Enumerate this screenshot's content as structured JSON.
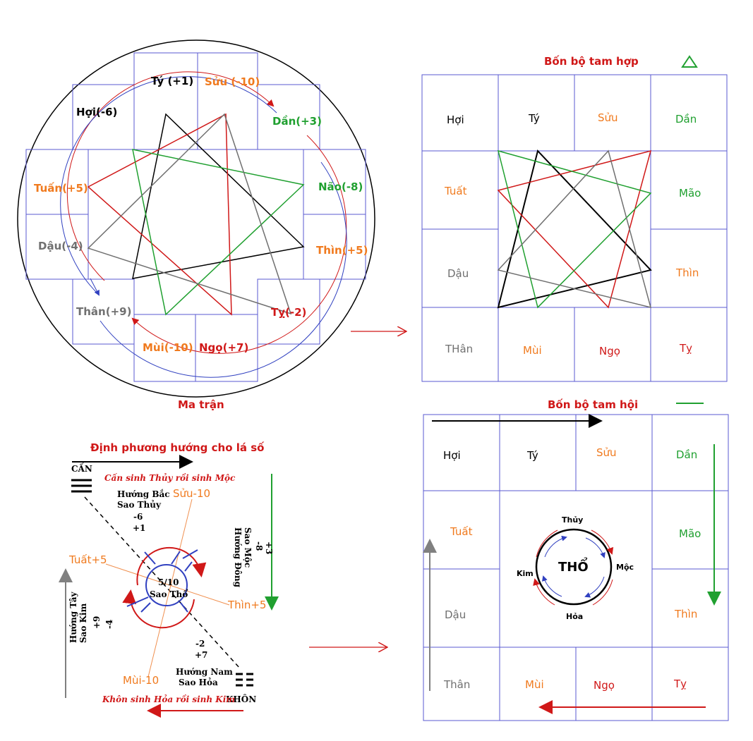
{
  "colors": {
    "grid": "#5a5ad0",
    "red": "#d01818",
    "green": "#20a030",
    "orange": "#f07a1e",
    "gray": "#707070",
    "black": "#000000",
    "blue": "#3040c0"
  },
  "ma_tran": {
    "caption": "Ma trận",
    "cells": {
      "ty_chuot": "Tý (+1)",
      "suu": "Sửu (-10)",
      "hoi": "Hợi(-6)",
      "dan": "Dần(+3)",
      "tuat": "Tuấn(+5)",
      "mao": "Não(-8)",
      "dau": "Dậu(-4)",
      "thin": "Thìn(+5)",
      "than": "Thân(+9)",
      "ty_ran": "Tỵ(-2)",
      "mui": "Mùi(-10)",
      "ngo": "Ngọ(+7)"
    }
  },
  "tam_hop": {
    "title": "Bốn bộ tam hợp",
    "symbol_icon": "triangle-icon",
    "cells": {
      "hoi": "Hợi",
      "ty_chuot": "Tý",
      "suu": "Sửu",
      "dan": "Dần",
      "tuat": "Tuất",
      "mao": "Mão",
      "dau": "Dậu",
      "thin": "Thìn",
      "than": "THân",
      "mui": "Mùi",
      "ngo": "Ngọ",
      "ty_ran": "Tỵ"
    }
  },
  "tam_hoi": {
    "title": "Bốn bộ tam hội",
    "symbol_icon": "dash-icon",
    "cells": {
      "hoi": "Hợi",
      "ty_chuot": "Tý",
      "suu": "Sửu",
      "dan": "Dần",
      "tuat": "Tuất",
      "mao": "Mão",
      "dau": "Dậu",
      "thin": "Thìn",
      "than": "Thân",
      "mui": "Mùi",
      "ngo": "Ngọ",
      "ty_ran": "Tỵ"
    },
    "center": {
      "main": "THỔ",
      "top": "Thủy",
      "right": "Mộc",
      "bottom": "Hỏa",
      "left": "Kim"
    }
  },
  "phuong_huong": {
    "title": "Định phương hướng cho lá số",
    "can": "CẤN",
    "khon": "KHÔN",
    "can_note": "Cấn sinh Thủy rồi sinh Mộc",
    "khon_note": "Khôn sinh Hỏa rồi sinh Kim",
    "north_1": "Hướng Bắc",
    "north_2": "Sao Thủy",
    "north_v1": "-6",
    "north_v2": "+1",
    "east_1": "Hướng Đông",
    "east_2": "Sao Mộc",
    "east_v1": "-8",
    "east_v2": "+3",
    "west_1": "Hướng Tây",
    "west_2": "Sao Kim",
    "west_v1": "+9",
    "west_v2": "-4",
    "south_1": "Hướng Nam",
    "south_2": "Sao Hỏa",
    "south_v1": "-2",
    "south_v2": "+7",
    "center_1": "5/10",
    "center_2": "Sao Thổ",
    "suu": "Sửu-10",
    "tuat": "Tuất+5",
    "thin": "Thìn+5",
    "mui": "Mùi-10"
  }
}
